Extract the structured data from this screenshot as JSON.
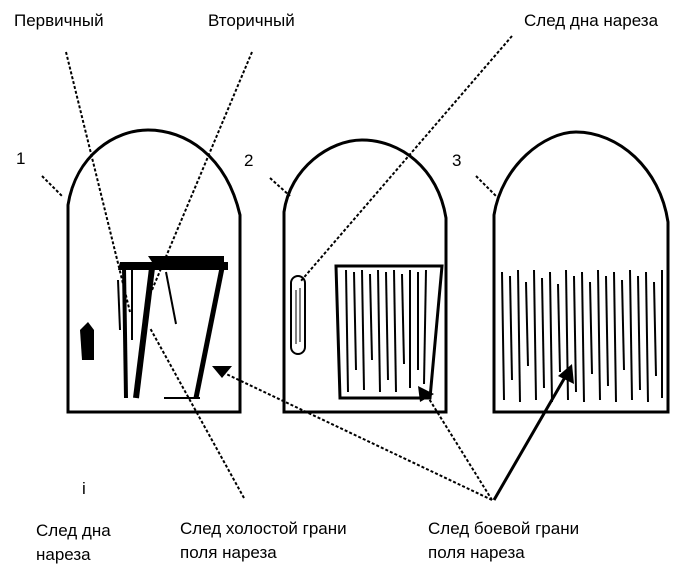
{
  "labels": {
    "primary": "Первичный",
    "secondary": "Вторичный",
    "groove_bottom_top": "След дна нареза",
    "bullet_1": "1",
    "bullet_2": "2",
    "bullet_3": "3",
    "stray_mark": "i",
    "groove_bottom_bottom_line1": "След дна",
    "groove_bottom_bottom_line2": "нареза",
    "idle_edge_line1": "След холостой грани",
    "idle_edge_line2": "поля нареза",
    "combat_edge_line1": "След боевой грани",
    "combat_edge_line2": "поля нареза"
  },
  "colors": {
    "ink": "#000000",
    "background": "#ffffff"
  }
}
